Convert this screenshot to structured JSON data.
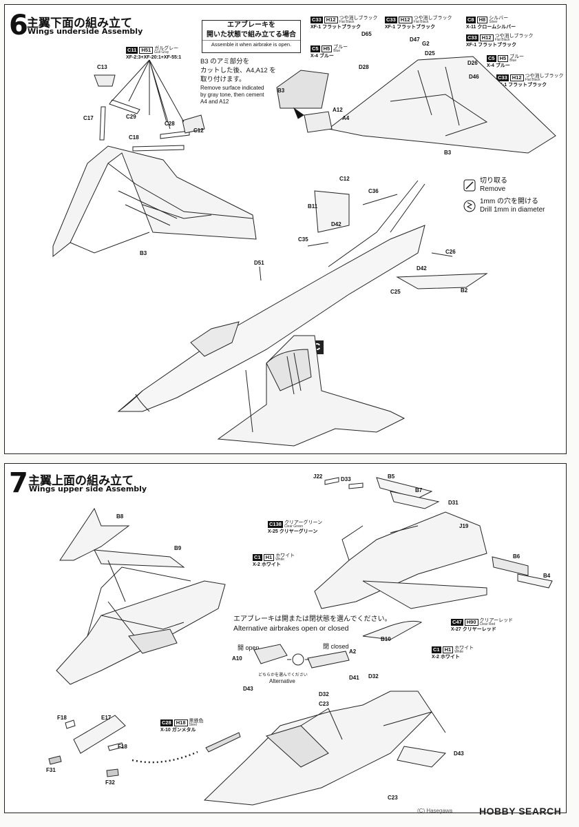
{
  "step6": {
    "number": "6",
    "title_jp": "主翼下面の組み立て",
    "title_en": "Wings underside Assembly",
    "paint_main": {
      "code": "C11",
      "h": "H51",
      "name_jp": "ガルグレー",
      "name_en": "Gull Gray",
      "mix": "XF-2:3+XF-20:1+XF-55:1"
    },
    "callout": {
      "jp": "エアブレーキを\n開いた状態で組み立てる場合",
      "en": "Assemble it when airbrake is open."
    },
    "note_jp": "B3 のアミ部分を\nカットした後、A4,A12 を\n取り付けます。",
    "note_en": "Remove surface indicated\nby gray tone, then cement\nA4 and A12",
    "paints": [
      {
        "code": "C33",
        "h": "H12",
        "name_jp": "つや消しブラック",
        "name_en": "Flat Black",
        "ccode": "XF-1 フラットブラック"
      },
      {
        "code": "C33",
        "h": "H12",
        "name_jp": "つや消しブラック",
        "name_en": "Flat Black",
        "ccode": "XF-1 フラットブラック"
      },
      {
        "code": "C8",
        "h": "H8",
        "name_jp": "シルバー",
        "name_en": "Silver",
        "ccode": "X-11 クロームシルバー"
      },
      {
        "code": "C33",
        "h": "H12",
        "name_jp": "つや消しブラック",
        "name_en": "Flat Black",
        "ccode": "XF-1 フラットブラック"
      },
      {
        "code": "C5",
        "h": "H5",
        "name_jp": "ブルー",
        "name_en": "Blue",
        "ccode": "X-4 ブルー"
      },
      {
        "code": "C5",
        "h": "H5",
        "name_jp": "ブルー",
        "name_en": "Blue",
        "ccode": "X-4 ブルー"
      },
      {
        "code": "C33",
        "h": "H12",
        "name_jp": "つや消しブラック",
        "name_en": "Flat Black",
        "ccode": "XF-1 フラットブラック"
      }
    ],
    "legend": [
      {
        "icon": "knife-icon",
        "jp": "切り取る",
        "en": "Remove"
      },
      {
        "icon": "drill-icon",
        "jp": "1mm の穴を開ける",
        "en": "Drill 1mm in diameter"
      }
    ],
    "badge": "C",
    "parts": [
      "C13",
      "C17",
      "C29",
      "C28",
      "C12",
      "C18",
      "B3",
      "D65",
      "D47",
      "G2",
      "D25",
      "D28",
      "D26",
      "D46",
      "B3",
      "A12",
      "A4",
      "B3",
      "C12",
      "C36",
      "B11",
      "D42",
      "C35",
      "C26",
      "D51",
      "D42",
      "C25",
      "B2"
    ]
  },
  "step7": {
    "number": "7",
    "title_jp": "主翼上面の組み立て",
    "title_en": "Wings upper side Assembly",
    "paints": [
      {
        "code": "C138",
        "h": "",
        "name_jp": "クリアーグリーン",
        "name_en": "Clear Green",
        "ccode": "X-25 クリヤーグリーン"
      },
      {
        "code": "C1",
        "h": "H1",
        "name_jp": "ホワイト",
        "name_en": "White",
        "ccode": "X-2 ホワイト"
      },
      {
        "code": "C47",
        "h": "H90",
        "name_jp": "クリアーレッド",
        "name_en": "Clear Red",
        "ccode": "X-27 クリヤーレッド"
      },
      {
        "code": "C1",
        "h": "H1",
        "name_jp": "ホワイト",
        "name_en": "White",
        "ccode": "X-2 ホワイト"
      },
      {
        "code": "C28",
        "h": "H18",
        "name_jp": "黒鉄色",
        "name_en": "Steel",
        "ccode": "X-10 ガンメタル"
      }
    ],
    "airbrake_jp": "エアブレーキは開または閉状態を選んでください。",
    "airbrake_en": "Alternative airbrakes open or closed",
    "open_label": "開 open",
    "closed_label": "閉 closed",
    "alt_jp": "どちらかを選んでください",
    "alt_en": "Alternative",
    "parts": [
      "J22",
      "D33",
      "B5",
      "B7",
      "B8",
      "B9",
      "D31",
      "J19",
      "B6",
      "B4",
      "A10",
      "A2",
      "B10",
      "D41",
      "D32",
      "D43",
      "D32",
      "C23",
      "F18",
      "E17",
      "F18",
      "F31",
      "F32",
      "C23",
      "D43"
    ]
  },
  "footer": {
    "copyright": "(C) Hasegawa",
    "site": "HOBBY SEARCH"
  }
}
